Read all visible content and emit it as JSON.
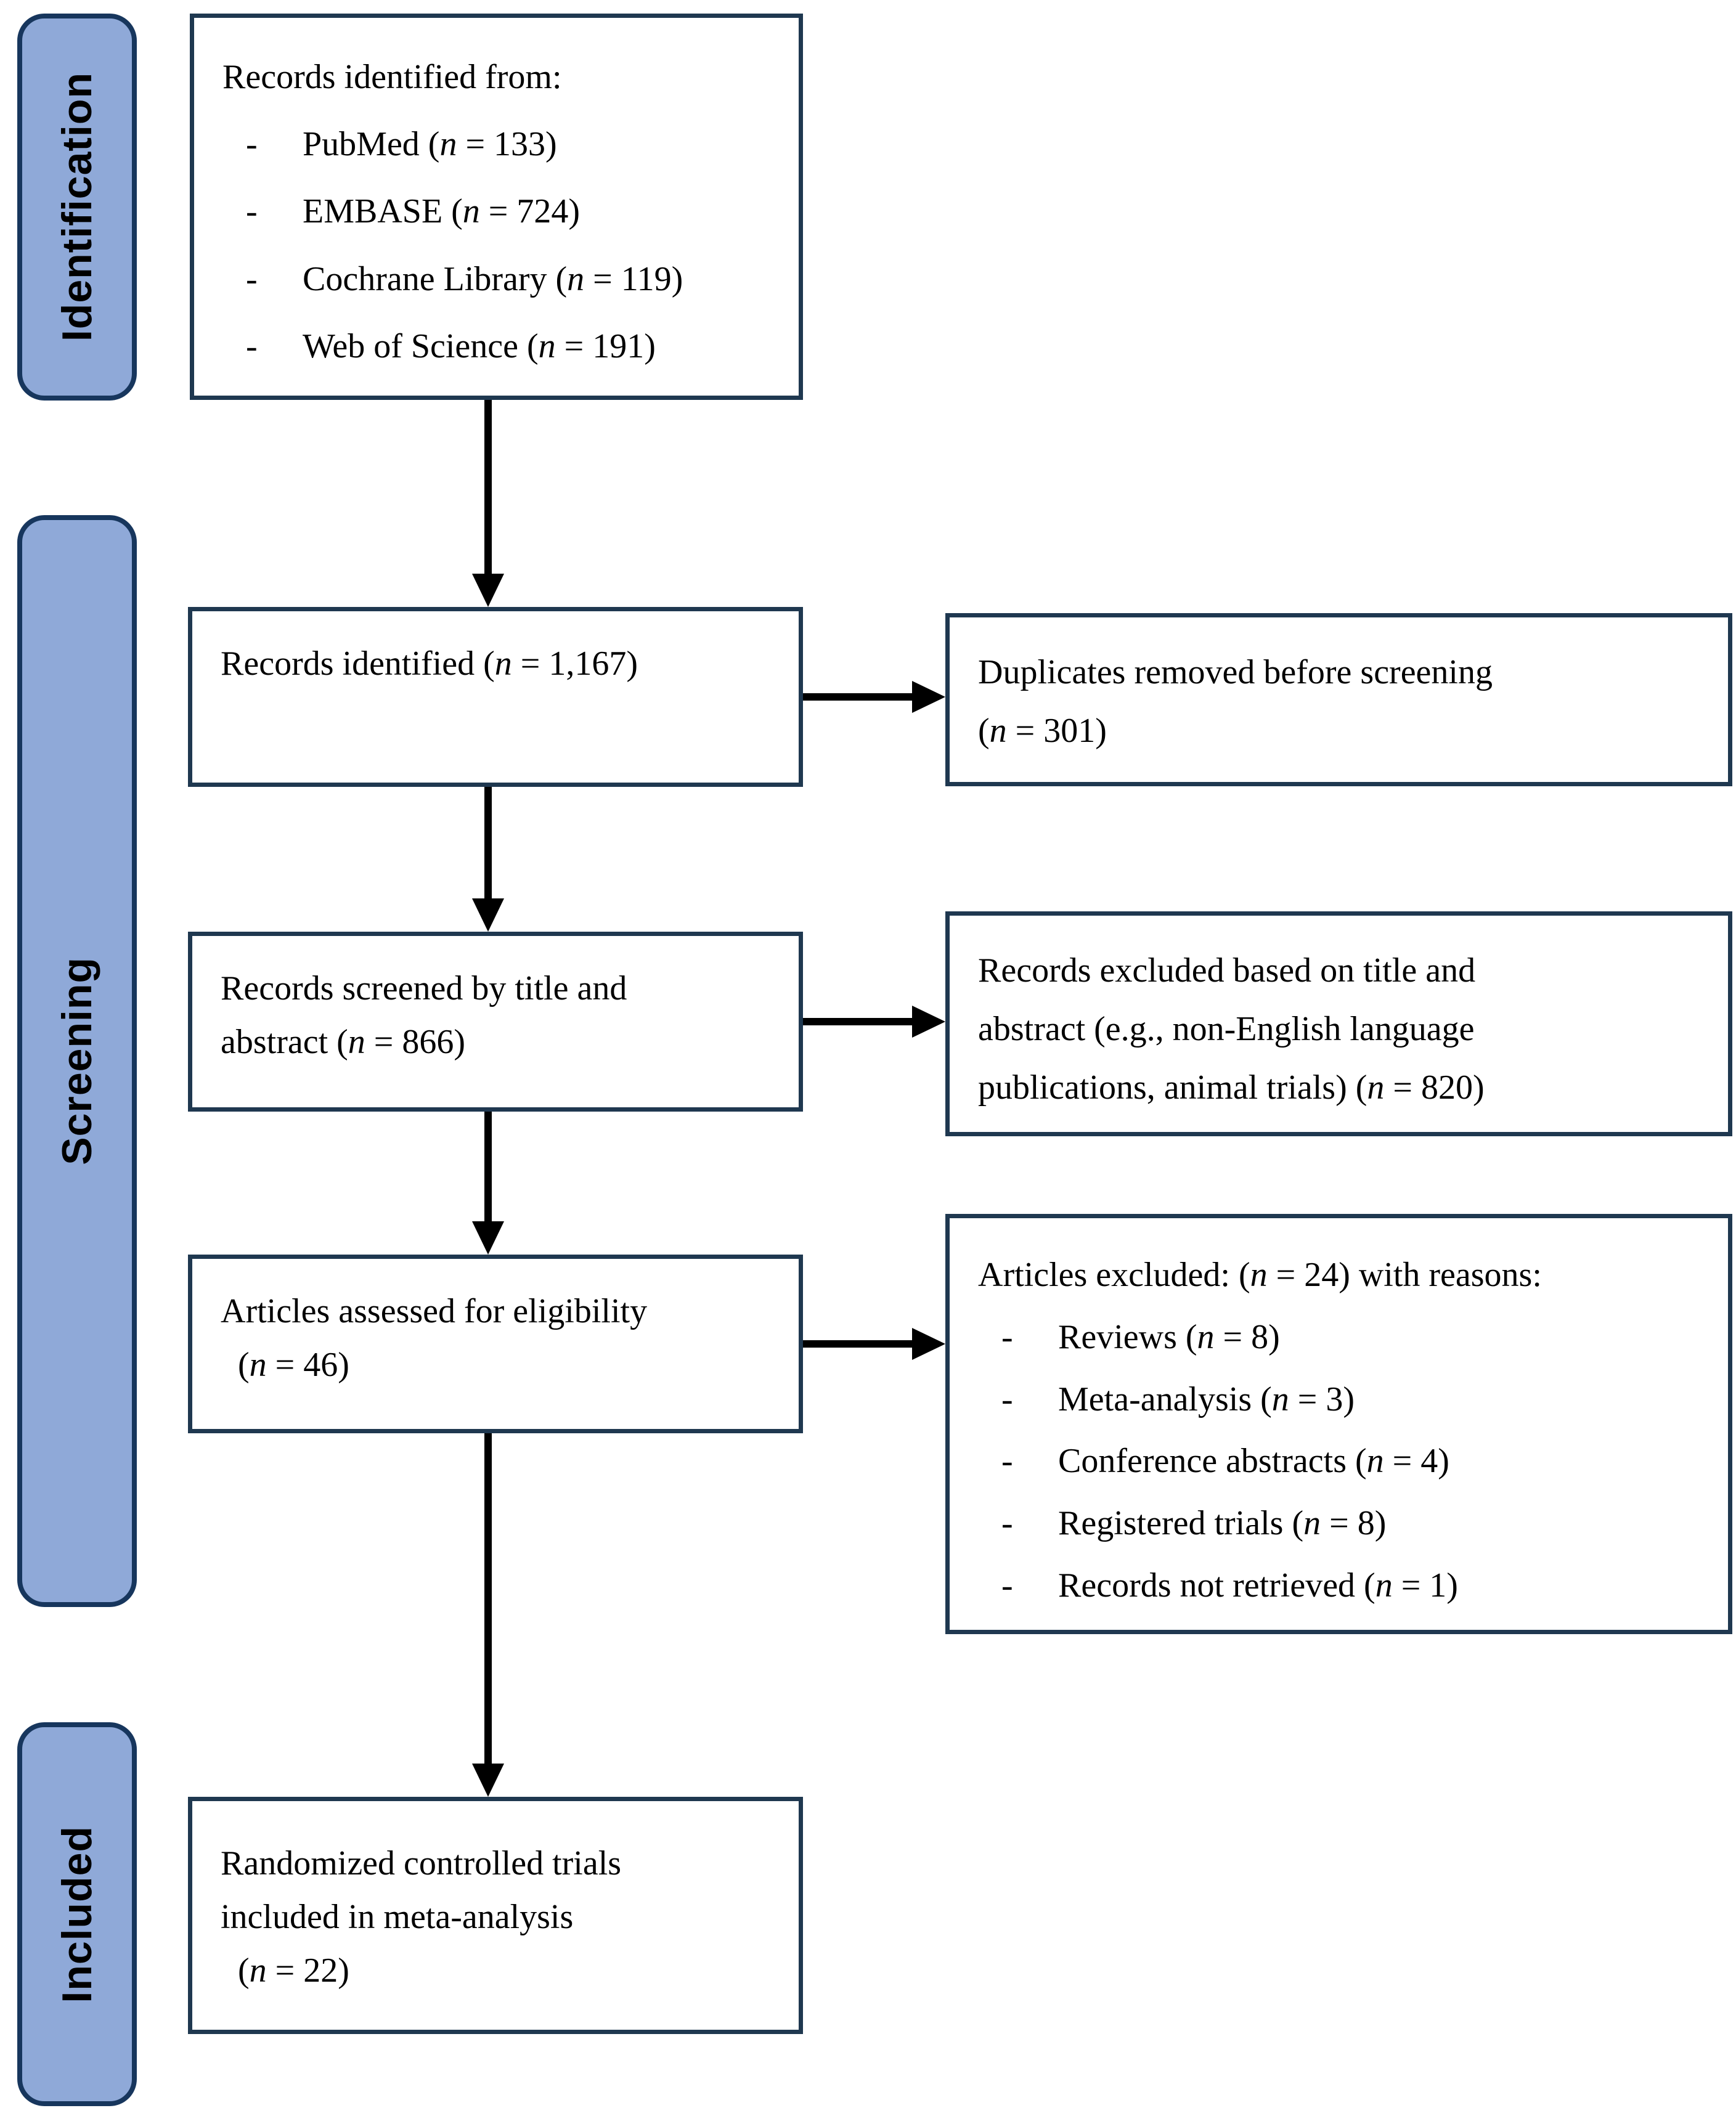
{
  "bullet_dash": "-",
  "colors": {
    "stage_fill": "#8fa9d8",
    "stage_border": "#17365d",
    "flow_box_border": "#1f3850",
    "arrow": "#000000",
    "text": "#000000"
  },
  "sidebar": {
    "stages": [
      {
        "label": "Identification"
      },
      {
        "label": "Screening"
      },
      {
        "label": "Included"
      }
    ]
  },
  "flow": {
    "box1": {
      "lines": [
        {
          "segments": [
            {
              "text": "Records identified from:"
            }
          ]
        },
        {
          "bullet": true,
          "segments": [
            {
              "text": "PubMed ("
            },
            {
              "text": "n",
              "italic": true
            },
            {
              "text": " = 133)"
            }
          ]
        },
        {
          "bullet": true,
          "segments": [
            {
              "text": "EMBASE ("
            },
            {
              "text": "n",
              "italic": true
            },
            {
              "text": " = 724)"
            }
          ]
        },
        {
          "bullet": true,
          "segments": [
            {
              "text": "Cochrane Library ("
            },
            {
              "text": "n",
              "italic": true
            },
            {
              "text": " = 119)"
            }
          ]
        },
        {
          "bullet": true,
          "segments": [
            {
              "text": "Web of Science ("
            },
            {
              "text": "n",
              "italic": true
            },
            {
              "text": " = 191)"
            }
          ]
        }
      ]
    },
    "box2": {
      "lines": [
        {
          "segments": [
            {
              "text": "Records identified ("
            },
            {
              "text": "n",
              "italic": true
            },
            {
              "text": " = 1,167)"
            }
          ]
        }
      ]
    },
    "box3": {
      "lines": [
        {
          "segments": [
            {
              "text": "Records screened by title and"
            }
          ]
        },
        {
          "segments": [
            {
              "text": "abstract ("
            },
            {
              "text": "n",
              "italic": true
            },
            {
              "text": " = 866)"
            }
          ]
        }
      ]
    },
    "box4": {
      "lines": [
        {
          "segments": [
            {
              "text": "Articles assessed for eligibility"
            }
          ]
        },
        {
          "indent": true,
          "segments": [
            {
              "text": "("
            },
            {
              "text": "n",
              "italic": true
            },
            {
              "text": " = 46)"
            }
          ]
        }
      ]
    },
    "box5": {
      "lines": [
        {
          "segments": [
            {
              "text": "Randomized controlled trials"
            }
          ]
        },
        {
          "segments": [
            {
              "text": "included in meta-analysis"
            }
          ]
        },
        {
          "indent": true,
          "segments": [
            {
              "text": "("
            },
            {
              "text": "n",
              "italic": true
            },
            {
              "text": " = 22)"
            }
          ]
        }
      ]
    },
    "rbox1": {
      "lines": [
        {
          "segments": [
            {
              "text": "Duplicates removed before screening"
            }
          ]
        },
        {
          "segments": [
            {
              "text": "("
            },
            {
              "text": "n",
              "italic": true
            },
            {
              "text": " = 301)"
            }
          ]
        }
      ]
    },
    "rbox2": {
      "lines": [
        {
          "segments": [
            {
              "text": "Records excluded based on title and"
            }
          ]
        },
        {
          "segments": [
            {
              "text": "abstract (e.g., non-English language"
            }
          ]
        },
        {
          "segments": [
            {
              "text": "publications, animal trials) ("
            },
            {
              "text": "n",
              "italic": true
            },
            {
              "text": " = 820)"
            }
          ]
        }
      ]
    },
    "rbox3": {
      "lines": [
        {
          "segments": [
            {
              "text": "Articles excluded: ("
            },
            {
              "text": "n",
              "italic": true
            },
            {
              "text": " = 24) with reasons:"
            }
          ]
        },
        {
          "bullet": true,
          "segments": [
            {
              "text": "Reviews ("
            },
            {
              "text": "n",
              "italic": true
            },
            {
              "text": " = 8)"
            }
          ]
        },
        {
          "bullet": true,
          "segments": [
            {
              "text": "Meta-analysis ("
            },
            {
              "text": "n",
              "italic": true
            },
            {
              "text": " = 3)"
            }
          ]
        },
        {
          "bullet": true,
          "segments": [
            {
              "text": "Conference abstracts ("
            },
            {
              "text": "n",
              "italic": true
            },
            {
              "text": " = 4)"
            }
          ]
        },
        {
          "bullet": true,
          "segments": [
            {
              "text": "Registered trials ("
            },
            {
              "text": "n",
              "italic": true
            },
            {
              "text": " = 8)"
            }
          ]
        },
        {
          "bullet": true,
          "segments": [
            {
              "text": "Records not retrieved ("
            },
            {
              "text": "n",
              "italic": true
            },
            {
              "text": " = 1)"
            }
          ]
        }
      ]
    }
  }
}
